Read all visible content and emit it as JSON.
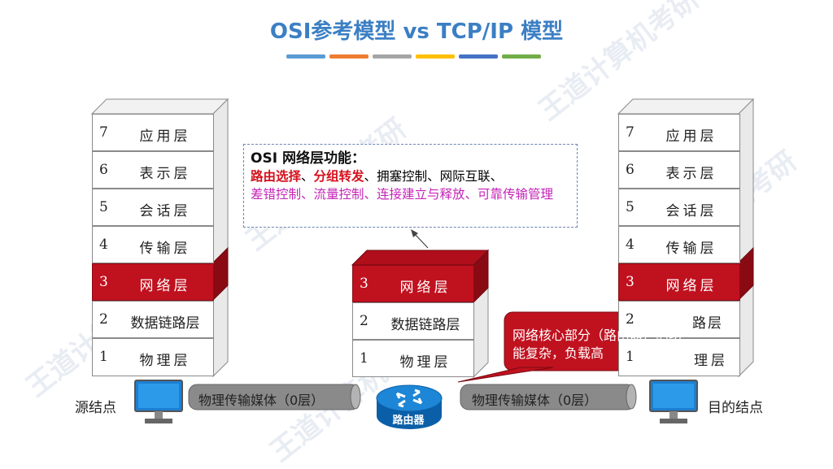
{
  "title": "OSI参考模型 vs TCP/IP 模型",
  "title_bar_colors": [
    "#5b9bd5",
    "#ed7d31",
    "#a5a5a5",
    "#ffc000",
    "#4472c4",
    "#70ad47"
  ],
  "osi_layers": [
    {
      "num": "7",
      "name": "应用层"
    },
    {
      "num": "6",
      "name": "表示层"
    },
    {
      "num": "5",
      "name": "会话层"
    },
    {
      "num": "4",
      "name": "传输层"
    },
    {
      "num": "3",
      "name": "网络层"
    },
    {
      "num": "2",
      "name": "数据链路层"
    },
    {
      "num": "1",
      "name": "物理层"
    }
  ],
  "router_layers": [
    {
      "num": "3",
      "name": "网络层"
    },
    {
      "num": "2",
      "name": "数据链路层"
    },
    {
      "num": "1",
      "name": "物理层"
    }
  ],
  "dest_partial": {
    "dl_fragment": "路层",
    "phys_fragment": "理层"
  },
  "info_box": {
    "title": "OSI 网络层功能：",
    "bold_items": [
      "路由选择",
      "分组转发"
    ],
    "sep": "、",
    "rest_line1": "拥塞控制、网际互联、",
    "magenta_text": "差错控制、流量控制、连接建立与释放、可靠传输管理"
  },
  "callout": {
    "text": "网络核心部分（路由器）的功能复杂，负载高"
  },
  "medium_label": "物理传输媒体（0层）",
  "source_label": "源结点",
  "dest_label": "目的结点",
  "router_label": "路由器",
  "colors": {
    "network_layer": "#c0111f",
    "callout_bg": "#c0111f",
    "title": "#3b7fc4",
    "bold_red": "#d4111d",
    "magenta": "#c425b7"
  },
  "icons": [
    "computer-icon",
    "router-icon",
    "arrow-up-icon"
  ]
}
